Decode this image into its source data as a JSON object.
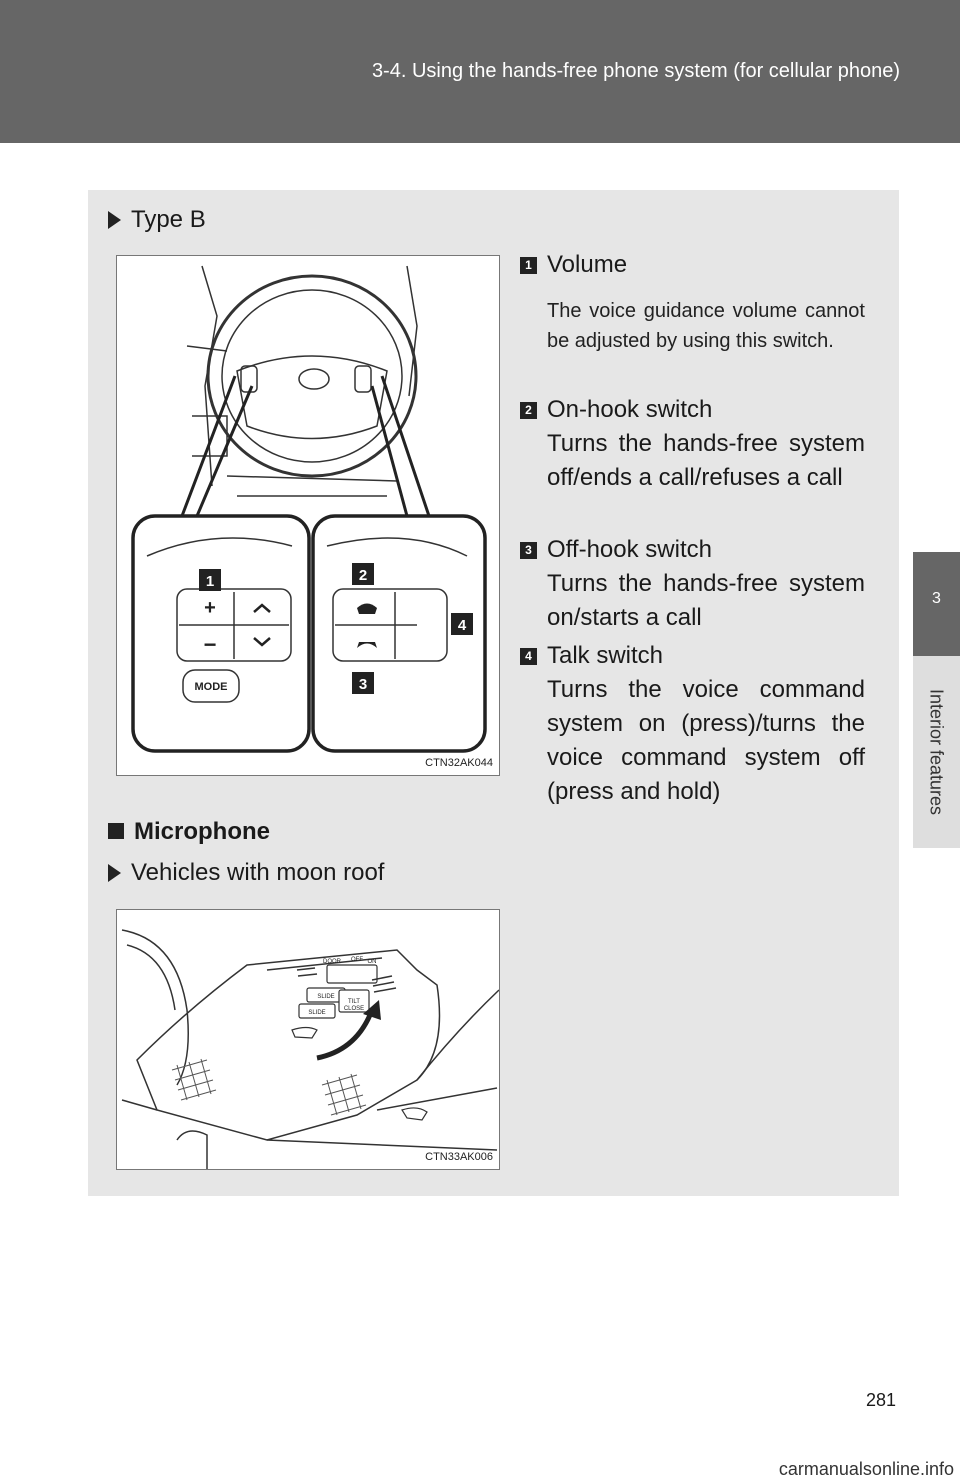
{
  "header": {
    "title": "3-4. Using the hands-free phone system (for cellular phone)"
  },
  "side_tab": {
    "number": "3",
    "label": "Interior features"
  },
  "type_b": {
    "label": "Type B"
  },
  "figure1": {
    "code": "CTN32AK044",
    "callouts": [
      "1",
      "2",
      "3",
      "4"
    ],
    "mode_label": "MODE"
  },
  "items": [
    {
      "num": "1",
      "title": "Volume",
      "desc": "",
      "note": "The voice guidance volume cannot be adjusted by using this switch."
    },
    {
      "num": "2",
      "title": "On-hook switch",
      "desc": "Turns the hands-free system off/ends a call/refuses a call",
      "note": ""
    },
    {
      "num": "3",
      "title": "Off-hook switch",
      "desc": "Turns the hands-free system on/starts a call",
      "note": ""
    },
    {
      "num": "4",
      "title": "Talk switch",
      "desc": "Turns the voice command system on (press)/turns the voice command system off (press and hold)",
      "note": ""
    }
  ],
  "microphone": {
    "heading": "Microphone",
    "variant": "Vehicles with moon roof"
  },
  "figure2": {
    "code": "CTN33AK006",
    "labels": {
      "slide1": "SLIDE",
      "slide2": "SLIDE",
      "close": "CLOSE",
      "tilt": "TILT",
      "door": "DOOR",
      "off": "OFF",
      "on": "ON"
    }
  },
  "page_number": "281",
  "footer": "carmanualsonline.info"
}
